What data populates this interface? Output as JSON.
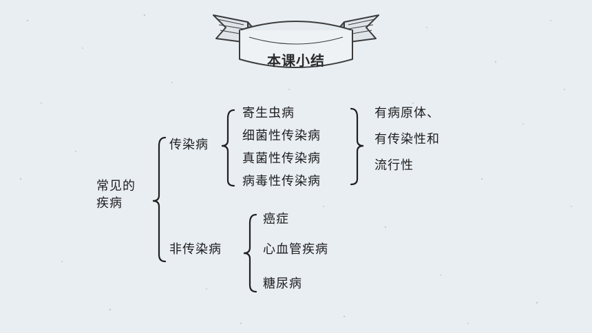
{
  "banner": {
    "title": "本课小结"
  },
  "root": {
    "line1": "常见的",
    "line2": "疾病"
  },
  "infectious": {
    "label": "传染病",
    "items": [
      "寄生虫病",
      "细菌性传染病",
      "真菌性传染病",
      "病毒性传染病"
    ],
    "traits": [
      "有病原体、",
      "有传染性和",
      "流行性"
    ]
  },
  "noninfectious": {
    "label": "非传染病",
    "items": [
      "癌症",
      "心血管疾病",
      "糖尿病"
    ]
  }
}
